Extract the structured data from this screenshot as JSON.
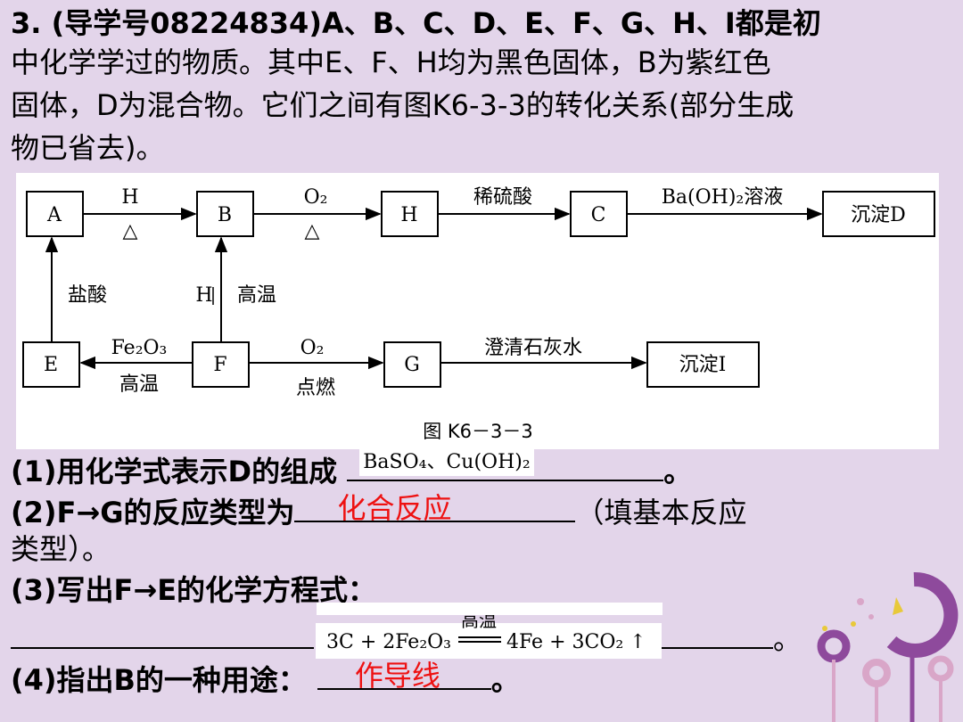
{
  "question": {
    "line1": "3. (导学号08224834)A、B、C、D、E、F、G、H、I都是初",
    "line2": "中化学学过的物质。其中E、F、H均为黑色固体，B为紫红色",
    "line3": "固体，D为混合物。它们之间有图K6-3-3的转化关系(部分生成",
    "line4": "物已省去)。"
  },
  "diagram": {
    "nodes": {
      "A": "A",
      "B": "B",
      "H": "H",
      "C": "C",
      "D": "沉淀D",
      "E": "E",
      "F": "F",
      "G": "G",
      "I": "沉淀I"
    },
    "labels": {
      "a_b_top": "H",
      "a_b_bottom": "△",
      "b_h_top": "O₂",
      "b_h_bottom": "△",
      "h_c_top": "稀硫酸",
      "c_d_top": "Ba(OH)₂溶液",
      "e_a_side": "盐酸",
      "f_b_left": "H",
      "f_b_right": "高温",
      "f_e_top": "Fe₂O₃",
      "f_e_bottom": "高温",
      "f_g_top": "O₂",
      "f_g_bottom": "点燃",
      "g_i_top": "澄清石灰水"
    },
    "caption": "图 K6－3－3"
  },
  "q1": {
    "prefix": "(1)用化学式表示D的组成 ",
    "answer": "BaSO₄、Cu(OH)₂",
    "suffix": "。"
  },
  "q2": {
    "prefix": "(2)F→G的反应类型为",
    "answer": "化合反应",
    "suffix": "（填基本反应",
    "line2": "类型）。"
  },
  "q3": {
    "prefix": "(3)写出F→E的化学方程式：",
    "eq_left": "3C + 2Fe₂O₃",
    "eq_cond": "高温",
    "eq_right": "4Fe + 3CO₂ ↑",
    "suffix": "。"
  },
  "q4": {
    "prefix": "(4)指出B的一种用途：",
    "answer": "作导线",
    "suffix": "。"
  },
  "colors": {
    "background": "#e3d5ea",
    "answer_red": "#ee1111",
    "deco_purple": "#8e4a9c",
    "deco_pink": "#d9a6c8",
    "deco_yellow": "#e8c93a"
  }
}
